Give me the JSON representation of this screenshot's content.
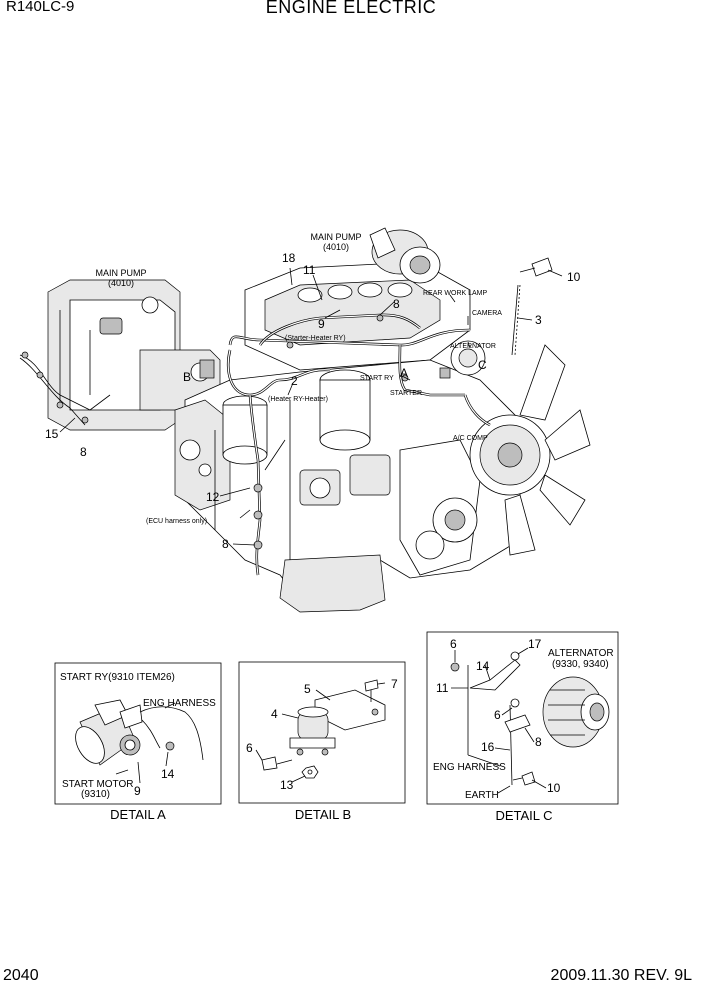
{
  "header": {
    "model": "R140LC-9",
    "title": "ENGINE ELECTRIC"
  },
  "footer": {
    "page_number": "2040",
    "revision": "2009.11.30 REV. 9L"
  },
  "main_drawing": {
    "main_pump_left_label": "MAIN PUMP",
    "main_pump_left_code": "(4010)",
    "main_pump_top_label": "MAIN PUMP",
    "main_pump_top_code": "(4010)",
    "rear_work_lamp": "REAR WORK LAMP",
    "camera": "CAMERA",
    "alternator": "ALTERNATOR",
    "starter_heater_ry": "(Starter-Heater RY)",
    "heater_ry_heater": "(Heater RY-Heater)",
    "start_ry": "START RY",
    "starter": "STARTER",
    "ac_comp": "A/C COMP",
    "ecu_harness_only": "(ECU harness only)",
    "detail_marker_a": "A",
    "detail_marker_b": "B",
    "detail_marker_c": "C",
    "callouts": [
      "18",
      "11",
      "9",
      "8",
      "10",
      "3",
      "2",
      "15",
      "8",
      "12",
      "8"
    ]
  },
  "detail_a": {
    "caption": "DETAIL  A",
    "start_ry": "START RY(9310 ITEM26)",
    "eng_harness": "ENG HARNESS",
    "start_motor": "START MOTOR",
    "start_motor_code": "(9310)",
    "callouts": [
      "14",
      "9"
    ]
  },
  "detail_b": {
    "caption": "DETAIL  B",
    "callouts": [
      "5",
      "7",
      "4",
      "6",
      "13"
    ]
  },
  "detail_c": {
    "caption": "DETAIL  C",
    "alternator": "ALTERNATOR",
    "alternator_code": "(9330, 9340)",
    "eng_harness": "ENG HARNESS",
    "earth": "EARTH",
    "callouts": [
      "6",
      "17",
      "14",
      "11",
      "6",
      "8",
      "16",
      "10"
    ]
  }
}
